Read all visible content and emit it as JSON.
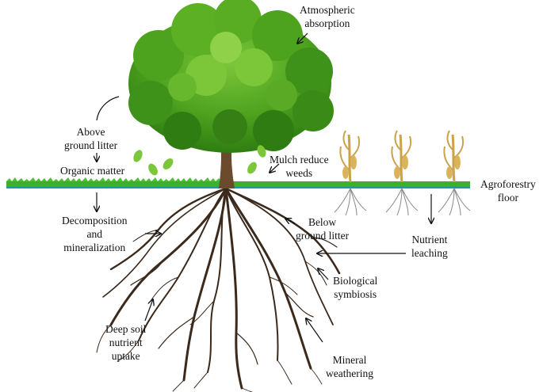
{
  "labels": {
    "atmospheric": [
      "Atmospheric",
      "absorption"
    ],
    "above_litter": [
      "Above",
      "ground litter"
    ],
    "organic": "Organic matter",
    "mulch": [
      "Mulch reduce",
      "weeds"
    ],
    "agroforestry": [
      "Agroforestry",
      "floor"
    ],
    "decomposition": [
      "Decomposition",
      "and",
      "mineralization"
    ],
    "below_litter": [
      "Below",
      "ground litter"
    ],
    "leaching": [
      "Nutrient",
      "leaching"
    ],
    "symbiosis": [
      "Biological",
      "symbiosis"
    ],
    "deep_soil": [
      "Deep soil",
      "nutrient",
      "uptake"
    ],
    "mineral": [
      "Mineral",
      "weathering"
    ]
  },
  "colors": {
    "canopy_dark": "#2f7d12",
    "canopy_mid": "#4da21e",
    "canopy_light": "#7cc63a",
    "trunk": "#6b4a2e",
    "roots": "#3b2a1c",
    "floor": "#3fae2e",
    "floor_line": "#1f9a9a",
    "corn_stalk": "#c9a24a",
    "corn_roots": "#8a8a8a",
    "arrow": "#111111"
  }
}
